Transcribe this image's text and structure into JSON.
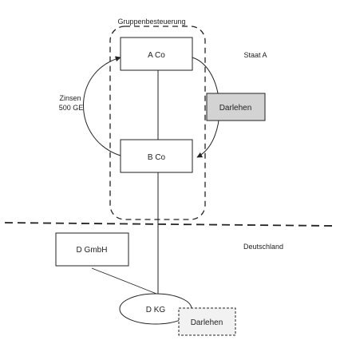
{
  "group_label": "Gruppenbesteuerung",
  "staat_label": "Staat A",
  "country_label": "Deutschland",
  "entities": {
    "a_co": "A Co",
    "b_co": "B Co",
    "d_gmbh": "D GmbH",
    "d_kg": "D KG"
  },
  "loan_upper": "Darlehen",
  "loan_lower": "Darlehen",
  "interest": {
    "line1": "Zinsen",
    "line2": "500 GE"
  },
  "colors": {
    "line": "#222222",
    "loan_upper_fill": "#d3d3d3",
    "loan_lower_fill": "#f2f2f2",
    "box_fill": "#ffffff"
  }
}
